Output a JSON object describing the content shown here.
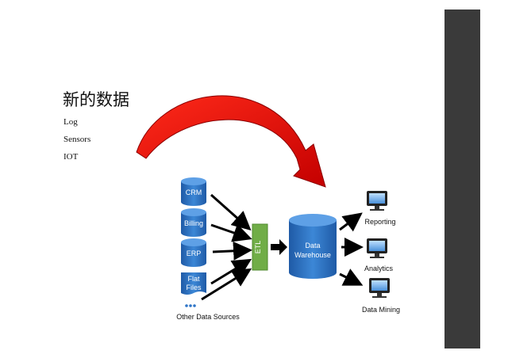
{
  "slide": {
    "heading": "新的数据",
    "bullets": [
      "Log",
      "Sensors",
      "IOT"
    ]
  },
  "diagram": {
    "sources": [
      {
        "label": "CRM"
      },
      {
        "label": "Billing"
      },
      {
        "label": "ERP"
      },
      {
        "label_line1": "Flat",
        "label_line2": "Files"
      }
    ],
    "other_sources_label": "Other Data Sources",
    "etl_label": "ETL",
    "warehouse_label_line1": "Data",
    "warehouse_label_line2": "Warehouse",
    "outputs": [
      "Reporting",
      "Analytics",
      "Data Mining"
    ],
    "colors": {
      "db_blue": "#2e75c7",
      "etl_green": "#70ad47",
      "big_arrow_red": "#e01010",
      "sidebar": "#3a3a3a"
    }
  }
}
